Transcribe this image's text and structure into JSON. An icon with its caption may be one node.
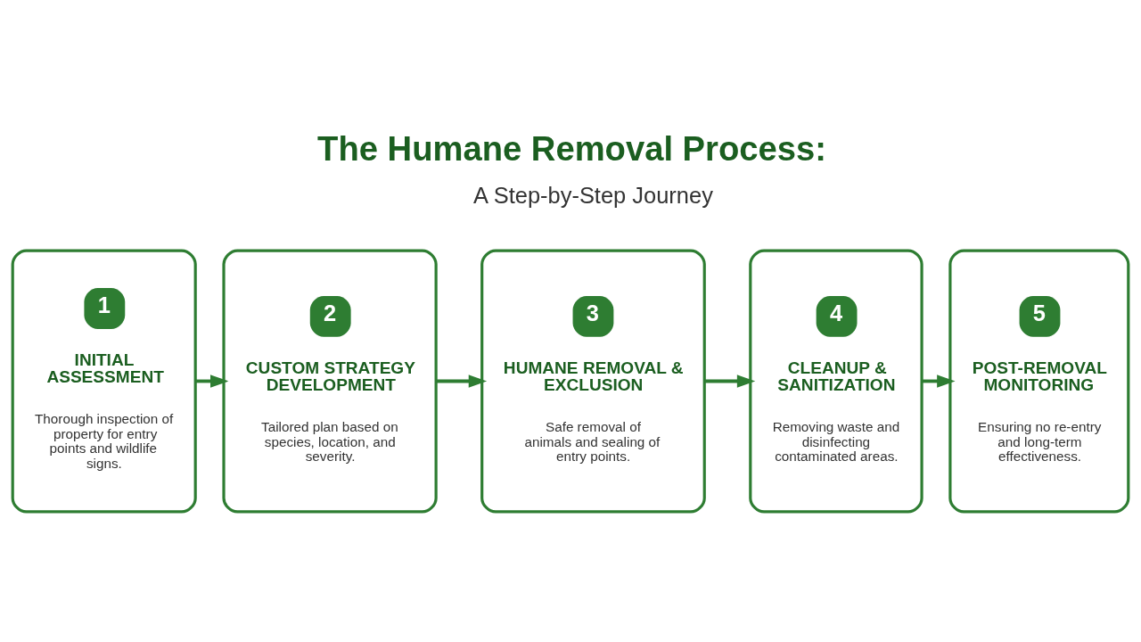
{
  "diagram": {
    "title": "The Humane Removal Process:",
    "nodes": [
      {
        "text": [
          "1",
          "INITIAL ASSESSMENT",
          "Thorough inspection of property for entry points and wildlife signs."
        ]
      },
      {
        "text": [
          "2",
          "CUSTOM STRATEGY DEVELOPMENT",
          "Tailored plan based on species, location, and severity."
        ]
      },
      {
        "text": [
          "3",
          "HUMANE REMOVAL & EXCLUSION",
          "Safe removal of animals and sealing of entry points."
        ]
      },
      {
        "text": [
          "4",
          "CLEANUP & SANITIZATION",
          "Removing waste and disinfecting contaminated areas."
        ]
      },
      {
        "text": [
          "5",
          "POST-REMOVAL MONITORING",
          "Ensuring no re-entry and long-term effectiveness."
        ]
      }
    ],
    "edges": [
      {
        "from": 0,
        "to": 1,
        "arrow": "to"
      },
      {
        "from": 1,
        "to": 2,
        "arrow": "to"
      },
      {
        "from": 2,
        "to": 3,
        "arrow": "to"
      },
      {
        "from": 3,
        "to": 4,
        "arrow": "to"
      }
    ],
    "labels": [
      "A Step-by-Step Journey"
    ]
  }
}
